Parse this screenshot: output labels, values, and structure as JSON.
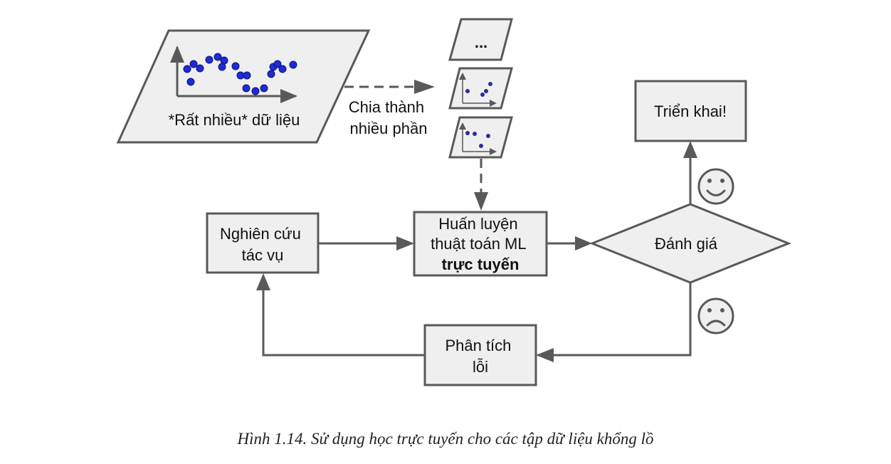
{
  "diagram": {
    "data_label": "*Rất nhiều* dữ liệu",
    "split_label": [
      "Chia thành",
      "nhiều phần"
    ],
    "ellipsis_label": "...",
    "research_label": [
      "Nghiên cứu",
      "tác vụ"
    ],
    "train_label": [
      "Huấn luyện",
      "thuật toán ML"
    ],
    "train_label_bold": "trực tuyến",
    "evaluate_label": "Đánh giá",
    "deploy_label": "Triển khai!",
    "analyze_label": [
      "Phân tích",
      "lỗi"
    ],
    "happy_icon": "happy-face-icon",
    "sad_icon": "sad-face-icon",
    "colors": {
      "box_fill": "#efefef",
      "stroke": "#595959",
      "dot": "#1f2bd9",
      "small_dot": "#2b2d9c"
    }
  },
  "caption": "Hình 1.14. Sử dụng học trực tuyến cho các tập dữ liệu khổng lồ"
}
